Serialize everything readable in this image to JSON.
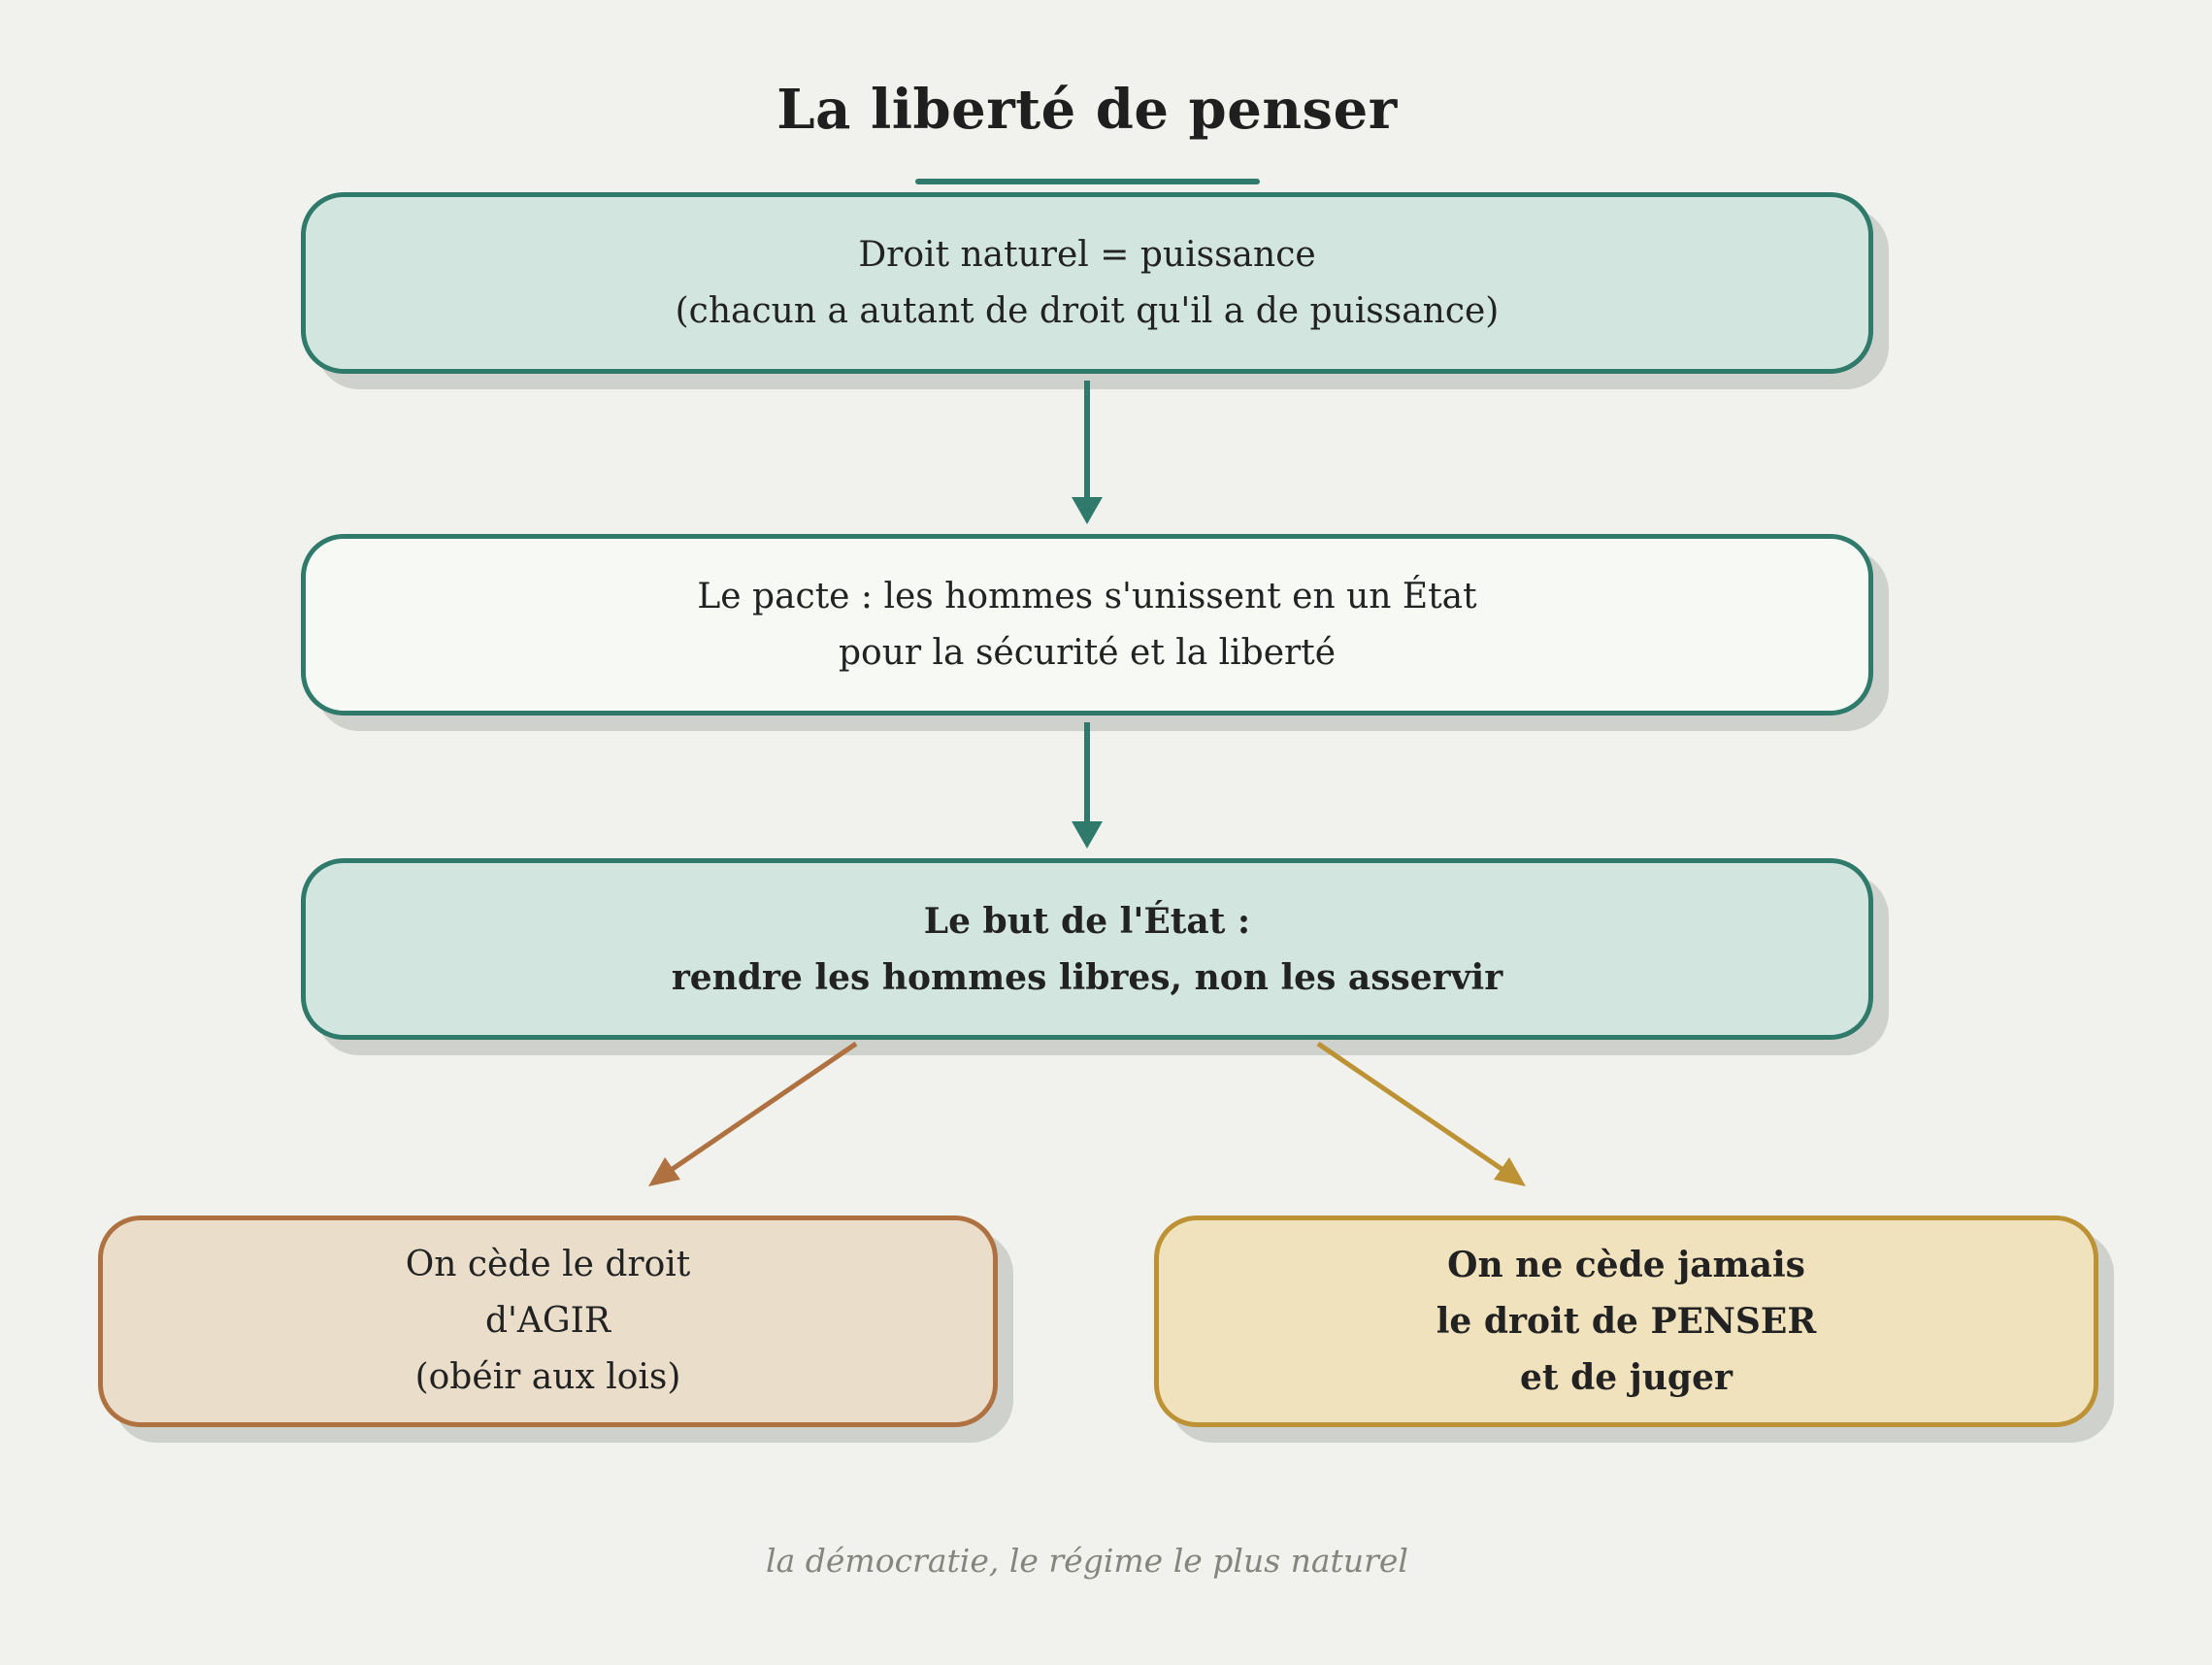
{
  "title": "La liberté de penser",
  "nodes": {
    "droit_naturel": {
      "line1": "Droit naturel = puissance",
      "line2": "(chacun a autant de droit qu'il a de puissance)"
    },
    "pacte": {
      "line1": "Le pacte : les hommes s'unissent en un État",
      "line2": "pour la sécurité et la liberté"
    },
    "but_etat": {
      "line1": "Le but de l'État :",
      "line2": "rendre les hommes libres, non les asservir"
    },
    "agir": {
      "line1": "On cède le droit",
      "line2": "d'AGIR",
      "line3": "(obéir aux lois)"
    },
    "penser": {
      "line1": "On ne cède jamais",
      "line2": "le droit de PENSER",
      "line3": "et de juger"
    }
  },
  "footer": "la démocratie, le régime le plus naturel",
  "colors": {
    "teal": "#2f7a6b",
    "brown": "#b07140",
    "gold": "#bc9234"
  }
}
